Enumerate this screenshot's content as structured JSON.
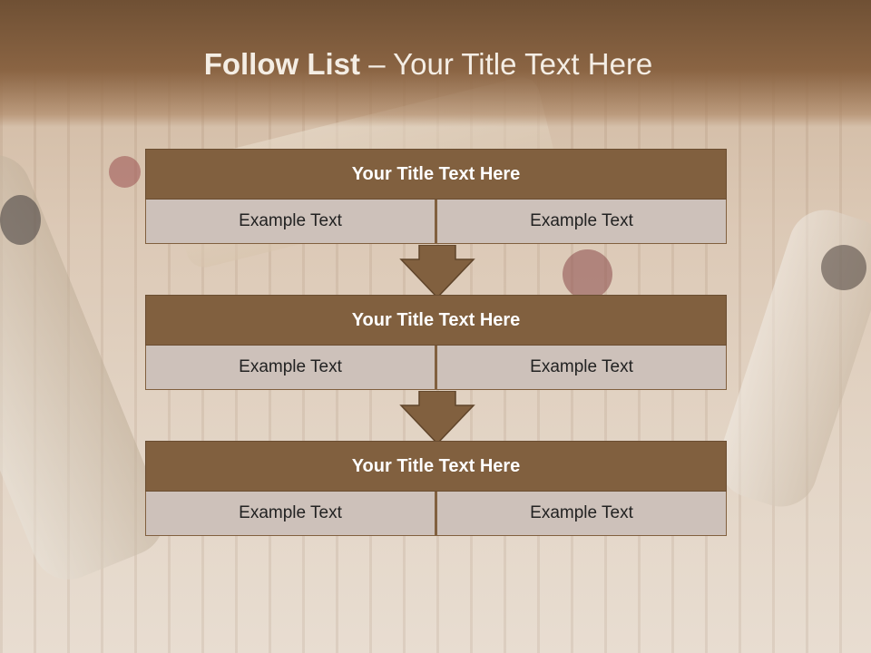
{
  "slide": {
    "title_bold": "Follow List",
    "title_rest": " – Your Title Text Here"
  },
  "blocks": [
    {
      "title": "Your Title Text Here",
      "left": "Example Text",
      "right": "Example Text"
    },
    {
      "title": "Your Title Text Here",
      "left": "Example Text",
      "right": "Example Text"
    },
    {
      "title": "Your Title Text Here",
      "left": "Example Text",
      "right": "Example Text"
    }
  ],
  "colors": {
    "header_brown": "#6f5034",
    "block_title": "#81603f",
    "cell_bg": "#cdc1ba"
  }
}
